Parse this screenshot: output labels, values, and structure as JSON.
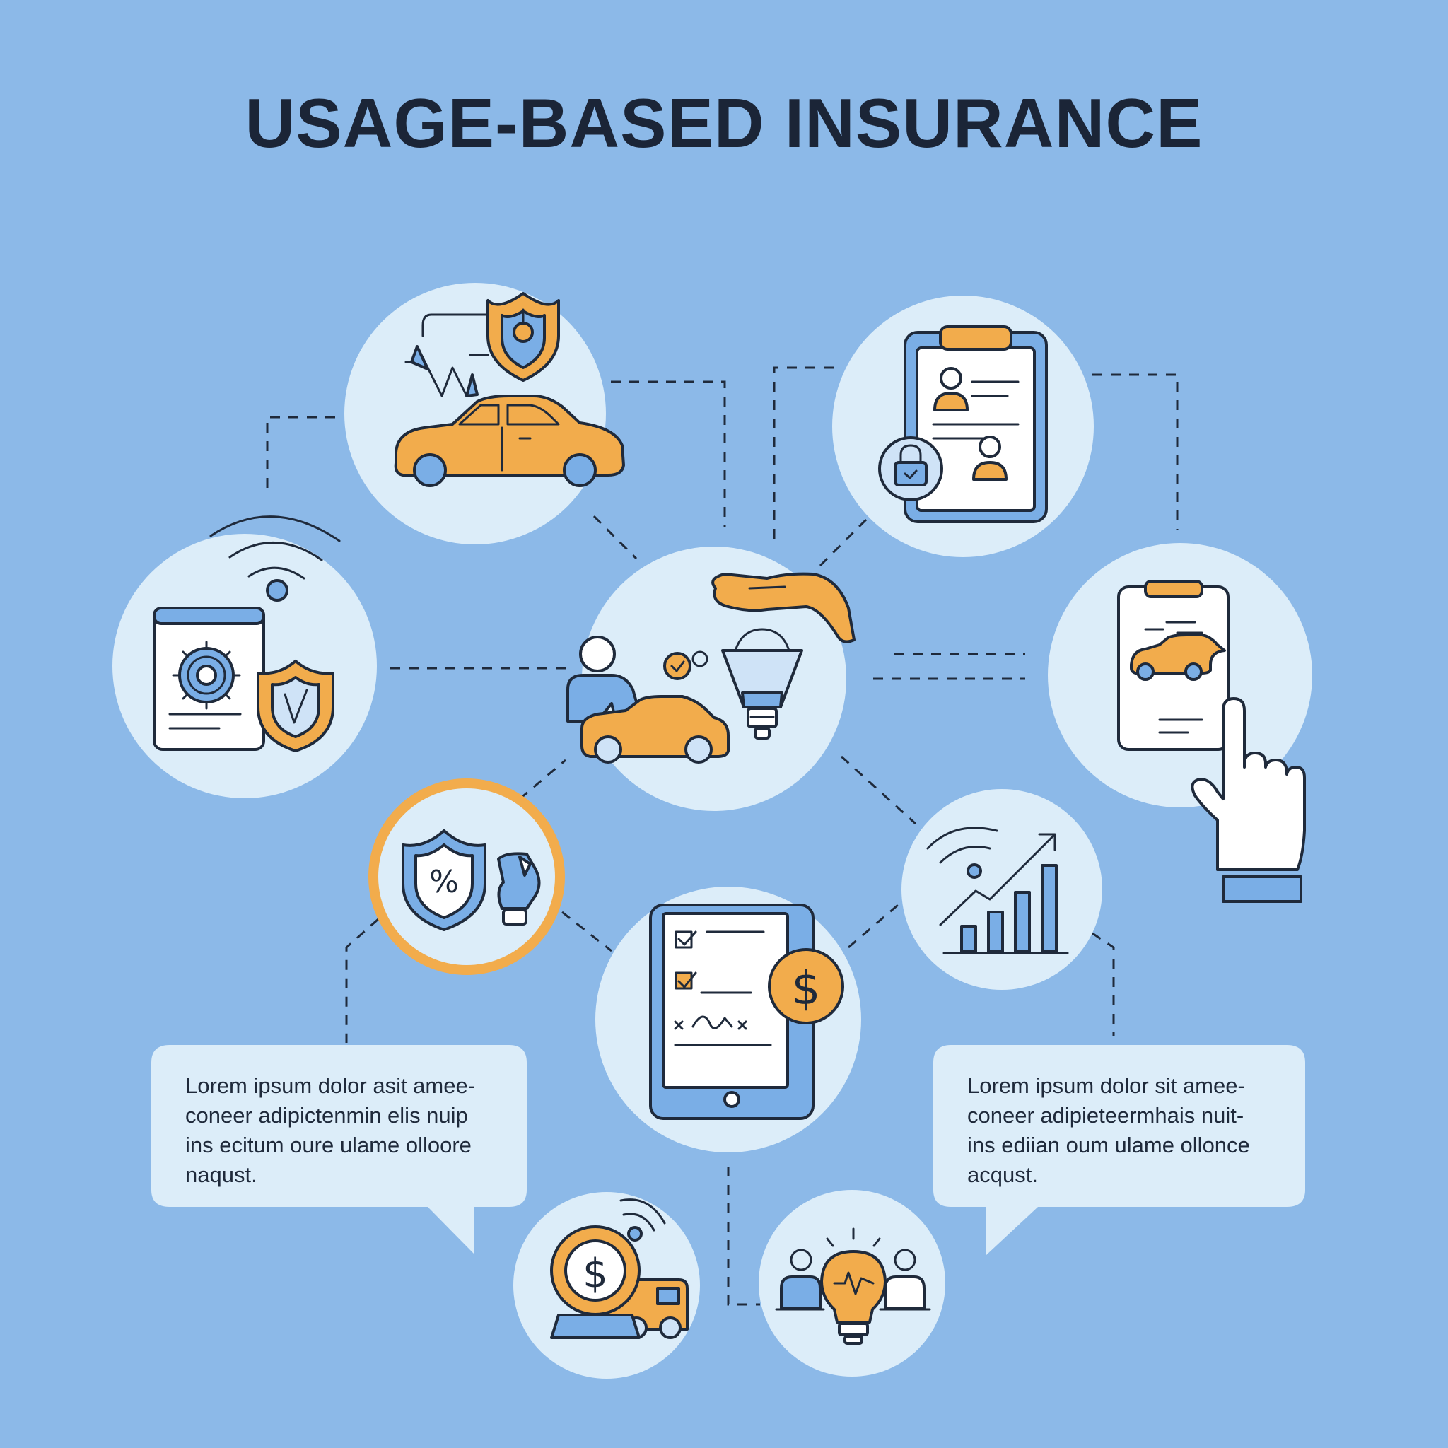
{
  "title": "USAGE-BASED INSURANCE",
  "colors": {
    "background": "#8cb9e8",
    "circle_fill": "#dcedf9",
    "accent_orange": "#f2ac4c",
    "accent_blue": "#7aaee6",
    "outline": "#1f2a3b"
  },
  "nodes": [
    {
      "id": "telematics-tracking",
      "icons": [
        "shield-location-icon",
        "direction-arrows-icon",
        "car-icon"
      ]
    },
    {
      "id": "policy-documents",
      "icons": [
        "clipboard-icon",
        "person-icon",
        "lock-icon"
      ]
    },
    {
      "id": "connected-device",
      "icons": [
        "wifi-signal-icon",
        "tablet-settings-icon",
        "gear-icon",
        "shield-check-icon"
      ]
    },
    {
      "id": "central-hub",
      "icons": [
        "hand-icon",
        "driver-icon",
        "car-icon",
        "funnel-bulb-icon",
        "check-badge-icon"
      ]
    },
    {
      "id": "mobile-app",
      "icons": [
        "phone-icon",
        "car-icon",
        "pointing-hand-icon"
      ]
    },
    {
      "id": "discount",
      "icons": [
        "percent-shield-icon",
        "bulb-icon"
      ]
    },
    {
      "id": "analytics",
      "icons": [
        "wifi-signal-icon",
        "bar-chart-icon",
        "trend-arrow-icon"
      ]
    },
    {
      "id": "billing",
      "icons": [
        "tablet-checklist-icon",
        "dollar-coin-icon"
      ]
    },
    {
      "id": "payment-tracking",
      "icons": [
        "dollar-coin-icon",
        "truck-icon",
        "wifi-signal-icon"
      ]
    },
    {
      "id": "ideas-team",
      "icons": [
        "person-icon",
        "lightbulb-icon",
        "person-icon"
      ]
    }
  ],
  "callouts": [
    {
      "lines": [
        "Lorem ipsum dolor asit amee-",
        "coneer adipictenmin elis nuip",
        "ins ecitum oure ulame olloore",
        "naqust."
      ]
    },
    {
      "lines": [
        "Lorem ipsum dolor sit amee-",
        "coneer adipieteermhais nuit-",
        "ins ediian oum ulame ollonce",
        "acqust."
      ]
    }
  ]
}
